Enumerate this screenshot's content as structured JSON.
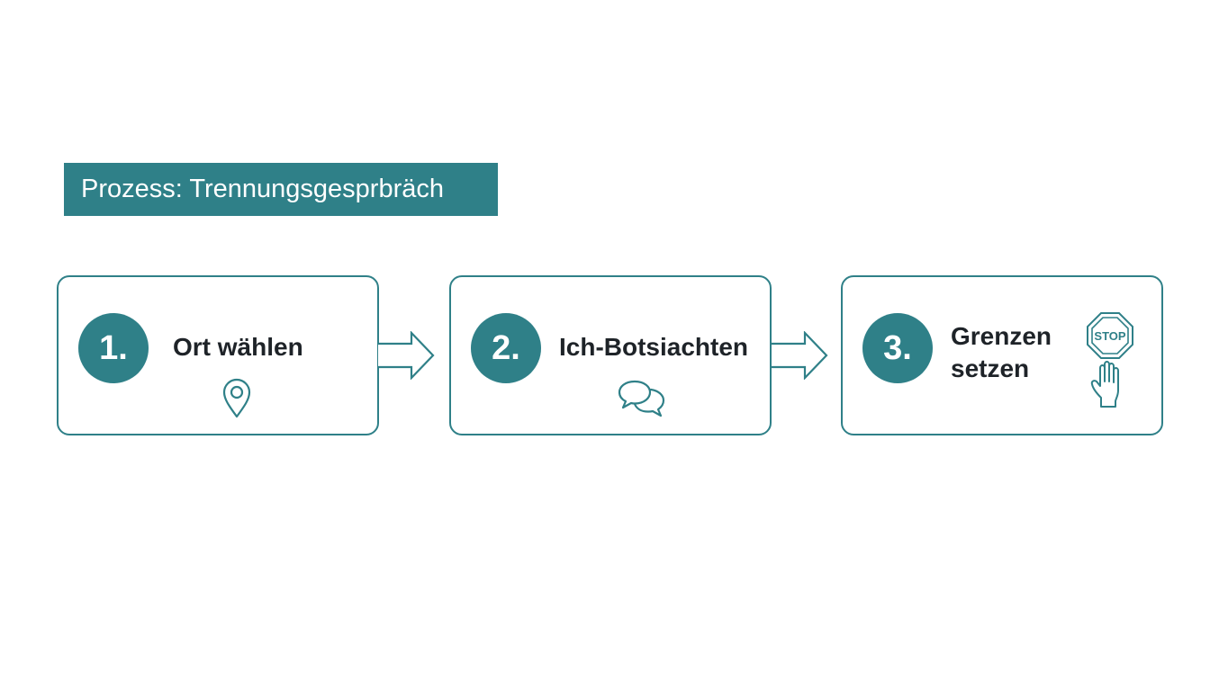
{
  "title": "Prozess: Trennungsgesprbräch",
  "steps": [
    {
      "number": "1.",
      "label": "Ort wählen",
      "icon": "location-pin-icon"
    },
    {
      "number": "2.",
      "label": "Ich-Botsiachten",
      "icon": "speech-bubbles-icon"
    },
    {
      "number": "3.",
      "label": "Grenzen setzen",
      "icon": "stop-sign-icon",
      "icon_text": "STOP",
      "icon2": "hand-icon"
    }
  ],
  "colors": {
    "accent": "#2f8088",
    "text": "#1e2328",
    "background": "#ffffff"
  }
}
